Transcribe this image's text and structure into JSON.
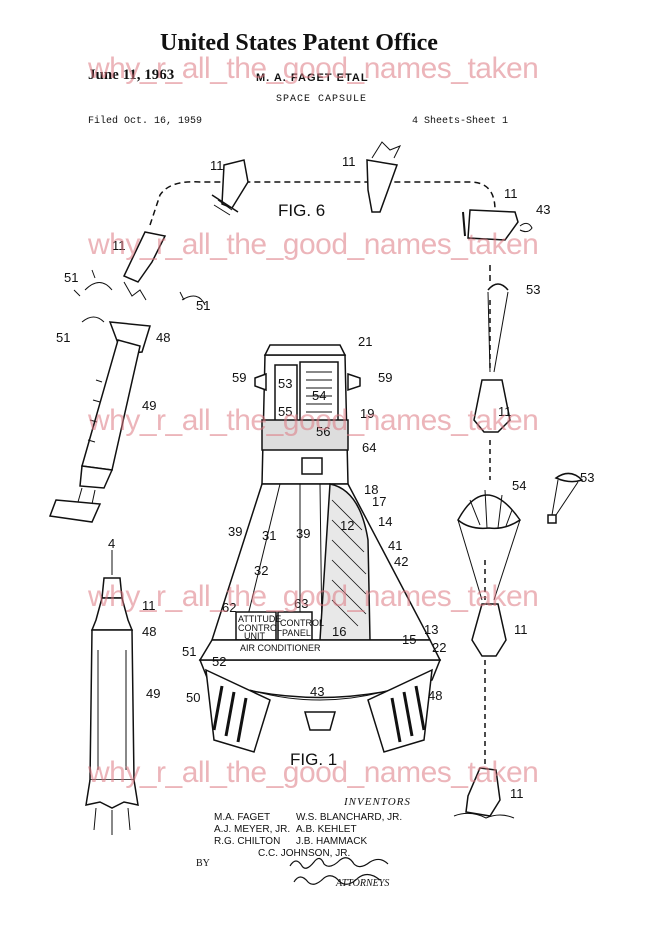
{
  "header": {
    "office": "United States Patent Office",
    "date": "June 11, 1963",
    "inventor_line": "M. A. FAGET ETAL",
    "title": "SPACE CAPSULE",
    "filed": "Filed Oct. 16, 1959",
    "sheet": "4 Sheets-Sheet 1"
  },
  "watermark": "why_r_all_the_good_names_taken",
  "figures": {
    "fig6": "FIG. 6",
    "fig1": "FIG. 1"
  },
  "fig1_labels": {
    "attitude": "ATTITUDE",
    "control_unit": "CONTROL",
    "unit": "UNIT",
    "control_panel_1": "CONTROL",
    "control_panel_2": "PANEL",
    "air_conditioner": "AIR CONDITIONER"
  },
  "reference_numerals": [
    "11",
    "11",
    "11",
    "11",
    "11",
    "11",
    "11",
    "11",
    "43",
    "51",
    "51",
    "51",
    "48",
    "48",
    "49",
    "49",
    "53",
    "53",
    "54",
    "21",
    "59",
    "59",
    "53",
    "54",
    "55",
    "56",
    "19",
    "64",
    "18",
    "17",
    "14",
    "12",
    "39",
    "39",
    "31",
    "32",
    "41",
    "42",
    "62",
    "63",
    "16",
    "13",
    "15",
    "22",
    "52",
    "51",
    "50",
    "43",
    "48",
    "4"
  ],
  "inventors": {
    "heading": "INVENTORS",
    "names": [
      "M.A. FAGET",
      "W.S. BLANCHARD, JR.",
      "A.J. MEYER, JR.",
      "A.B. KEHLET",
      "R.G. CHILTON",
      "J.B. HAMMACK",
      "C.C. JOHNSON, JR."
    ],
    "by": "BY",
    "attorneys": "ATTORNEYS"
  }
}
